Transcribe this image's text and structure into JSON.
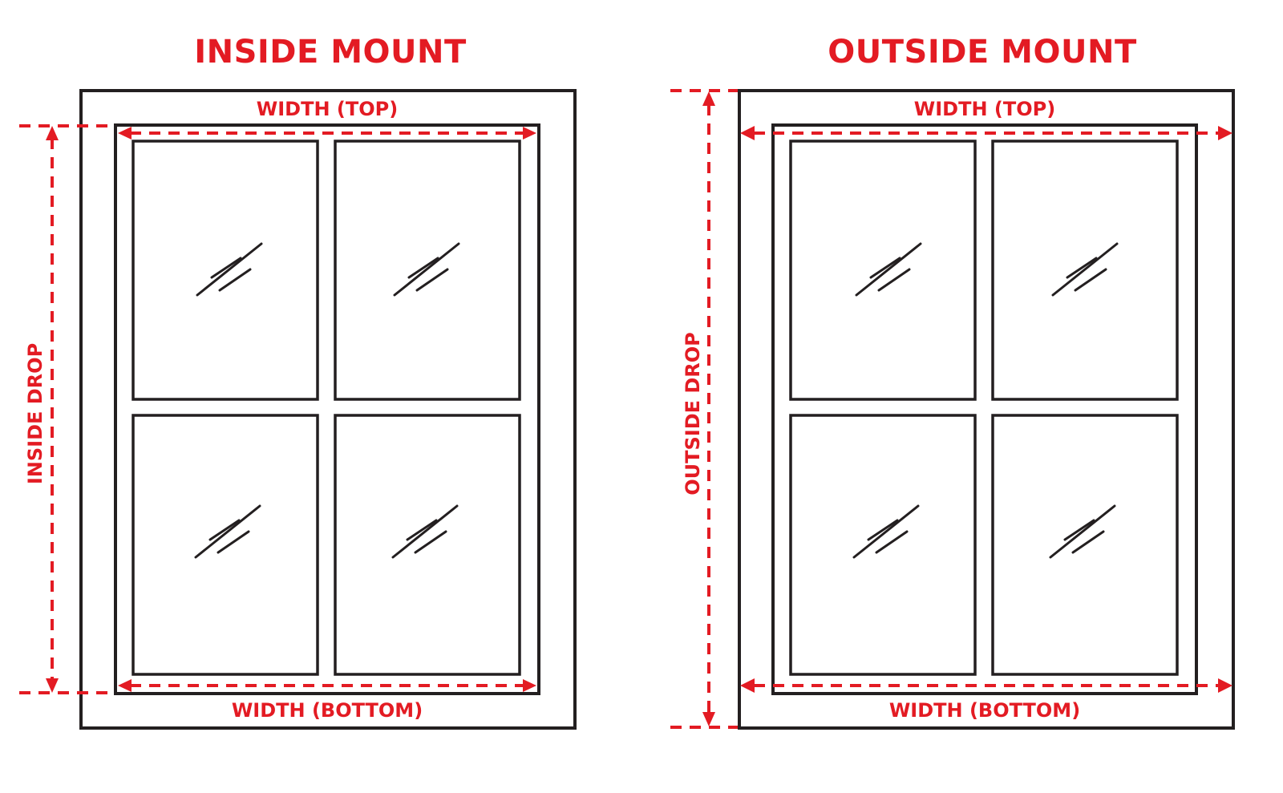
{
  "colors": {
    "accent_red": "#e31b23",
    "frame_black": "#231f20",
    "background": "#ffffff"
  },
  "inside_mount": {
    "title": "INSIDE MOUNT",
    "width_top_label": "WIDTH (TOP)",
    "width_bottom_label": "WIDTH (BOTTOM)",
    "drop_label": "INSIDE DROP",
    "panes": 4,
    "icon": "glass-glare-icon"
  },
  "outside_mount": {
    "title": "OUTSIDE MOUNT",
    "width_top_label": "WIDTH (TOP)",
    "width_bottom_label": "WIDTH (BOTTOM)",
    "drop_label": "OUTSIDE DROP",
    "panes": 4,
    "icon": "glass-glare-icon"
  }
}
